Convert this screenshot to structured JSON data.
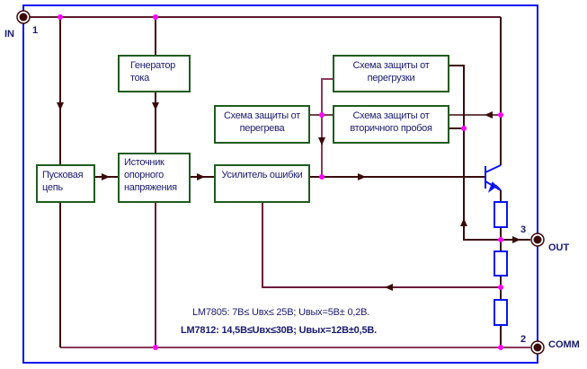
{
  "title": "Структурная схема стабилизатора напряжения LM78xx",
  "terminals": {
    "in": {
      "label": "IN",
      "number": "1"
    },
    "out": {
      "label": "OUT",
      "number": "3"
    },
    "comm": {
      "label": "COMM",
      "number": "2"
    }
  },
  "blocks": {
    "current_generator": "Генератор тока",
    "start_circuit": "Пусковая цепь",
    "reference_source": "Источник опорного напряжения",
    "error_amplifier": "Усилитель ошибки",
    "overheat_protection": "Схема защиты от перегрева",
    "overload_protection": "Схема защиты от перегрузки",
    "secondary_breakdown_protection": "Схема защиты от вторичного пробоя"
  },
  "notes": {
    "lm7805": "LM7805: 7В≤ Uвх≤ 25В; Uвых=5В± 0,2В.",
    "lm7812": "LM7812: 14,5В≤Uвх≤30В; Uвых=12В±0,5В."
  },
  "colors": {
    "frame": "#0a14f0",
    "wire": "#3a0a0a",
    "wire_alt": "#8a3a5a",
    "node": "#ff00ff",
    "box_border": "#1f5c1f",
    "text": "#1a1a6e",
    "component": "#0a14f0"
  }
}
